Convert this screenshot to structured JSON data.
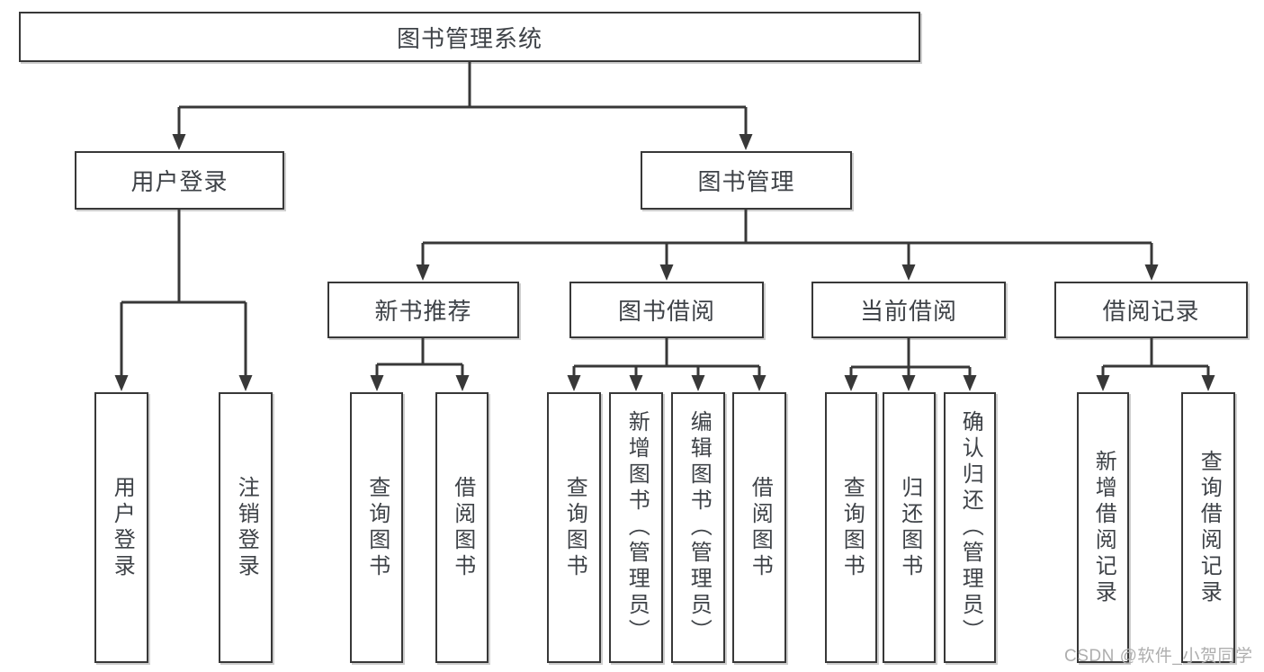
{
  "tree": {
    "root": {
      "label": "图书管理系统"
    },
    "children": [
      {
        "label": "用户登录",
        "children": [
          {
            "label": "用户登录"
          },
          {
            "label": "注销登录"
          }
        ]
      },
      {
        "label": "图书管理",
        "children": [
          {
            "label": "新书推荐",
            "children": [
              {
                "label": "查询图书"
              },
              {
                "label": "借阅图书"
              }
            ]
          },
          {
            "label": "图书借阅",
            "children": [
              {
                "label": "查询图书"
              },
              {
                "label": "新增图书（管理员）"
              },
              {
                "label": "编辑图书（管理员）"
              },
              {
                "label": "借阅图书"
              }
            ]
          },
          {
            "label": "当前借阅",
            "children": [
              {
                "label": "查询图书"
              },
              {
                "label": "归还图书"
              },
              {
                "label": "确认归还（管理员）"
              }
            ]
          },
          {
            "label": "借阅记录",
            "children": [
              {
                "label": "新增借阅记录"
              },
              {
                "label": "查询借阅记录"
              }
            ]
          }
        ]
      }
    ]
  },
  "watermark": {
    "text": "CSDN @软件_小贺同学"
  },
  "colors": {
    "line": "#383838",
    "box_border": "#383838",
    "text": "#3e4247",
    "watermark": "#aeaeae",
    "background": "#ffffff"
  }
}
